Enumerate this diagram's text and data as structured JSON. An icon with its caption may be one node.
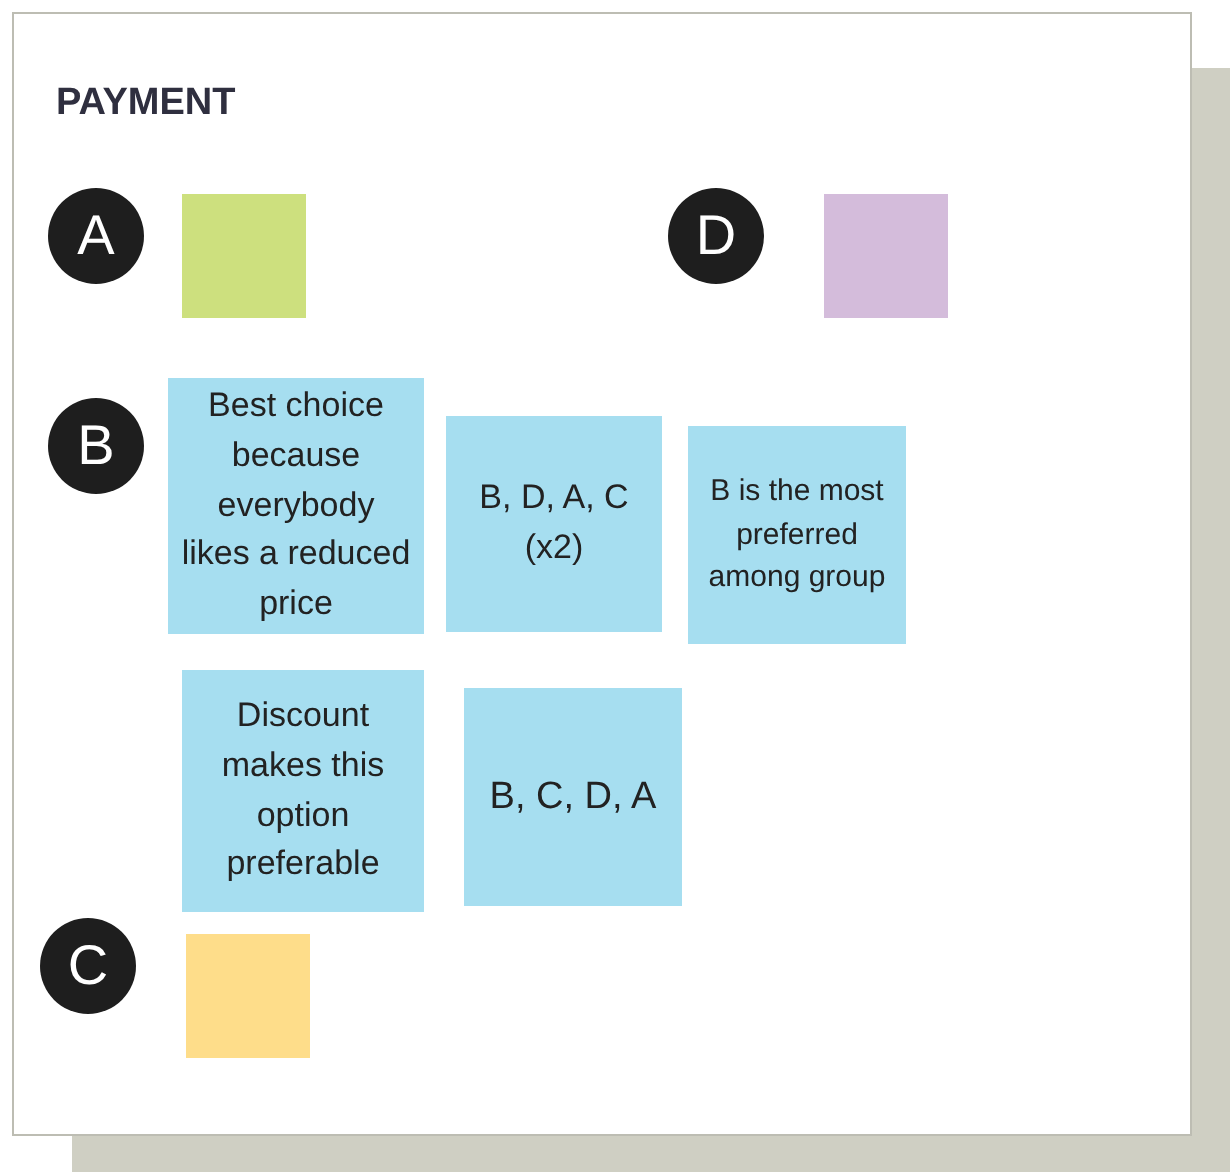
{
  "diagram": {
    "nodes": [
      {
        "text": [
          "PAYMENT"
        ]
      },
      {
        "text": [
          "A"
        ],
        "in": 0
      },
      {
        "text": [],
        "shape": "box",
        "in": 0
      },
      {
        "text": [
          "D"
        ],
        "in": 0
      },
      {
        "text": [],
        "shape": "box",
        "in": 0
      },
      {
        "text": [
          "B"
        ],
        "in": 0
      },
      {
        "text": [
          "Best choice because everybody likes a reduced price"
        ],
        "in": 0
      },
      {
        "text": [
          "B, D, A, C (x2)"
        ],
        "in": 0
      },
      {
        "text": [
          "B is the most preferred among group"
        ],
        "in": 0
      },
      {
        "text": [
          "Discount makes this option preferable"
        ],
        "in": 0
      },
      {
        "text": [
          "B, C, D, A"
        ],
        "in": 0
      },
      {
        "text": [
          "C"
        ],
        "in": 0
      },
      {
        "text": [],
        "shape": "box",
        "in": 0
      }
    ],
    "edges": []
  }
}
